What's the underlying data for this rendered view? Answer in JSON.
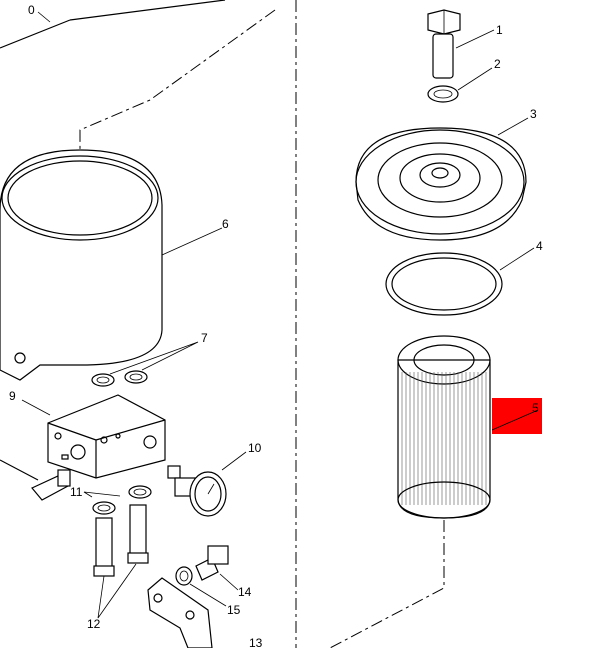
{
  "callouts": {
    "c0": "0",
    "c1": "1",
    "c2": "2",
    "c3": "3",
    "c4": "4",
    "c5": "5",
    "c6": "6",
    "c7": "7",
    "c9": "9",
    "c10": "10",
    "c11": "11",
    "c12": "12",
    "c13": "13",
    "c14": "14",
    "c15": "15"
  },
  "highlight_color": "#ff0000"
}
